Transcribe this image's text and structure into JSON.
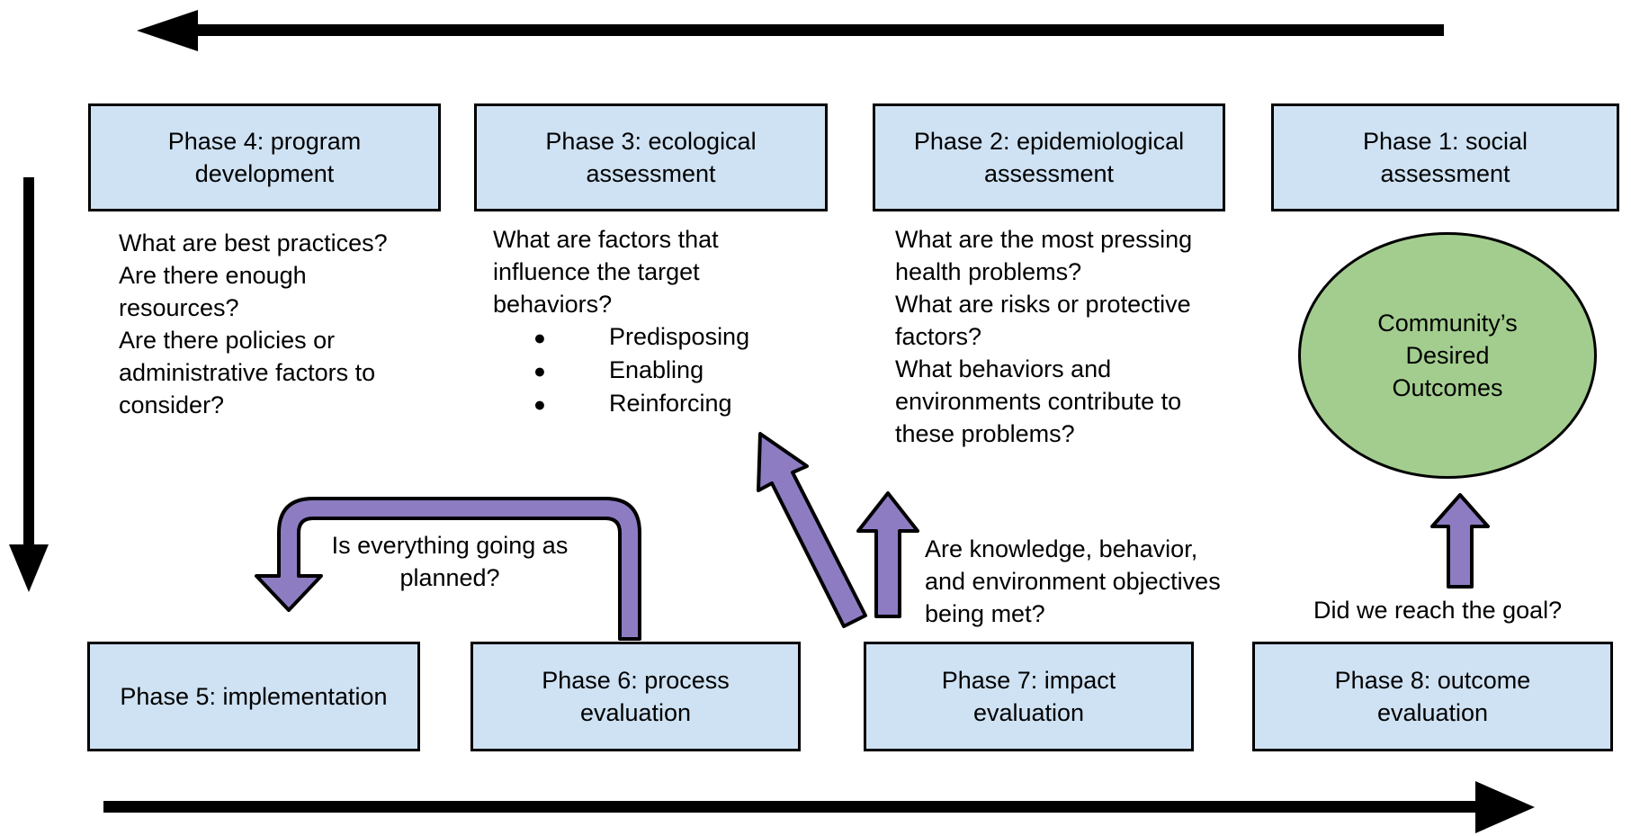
{
  "title": "PRECEDE-PROCEED planning model diagram",
  "colors": {
    "box_fill": "#cfe2f3",
    "box_border": "#000000",
    "ellipse_fill": "#a3cd8e",
    "arrow_purple": "#8e7cc3",
    "arrow_black": "#000000"
  },
  "top_row": {
    "phase4": {
      "title": "Phase 4: program development",
      "questions": [
        "What are best practices?",
        "Are there enough resources?",
        "Are there policies or administrative factors to consider?"
      ]
    },
    "phase3": {
      "title": "Phase 3: ecological assessment",
      "question": "What are factors that influence the target behaviors?",
      "bullets": [
        "Predisposing",
        "Enabling",
        "Reinforcing"
      ],
      "bullet_glyph": "●"
    },
    "phase2": {
      "title": "Phase 2: epidemiological assessment",
      "questions": [
        "What are the most pressing health problems?",
        "What are risks or protective factors?",
        "What behaviors and environments contribute to these problems?"
      ]
    },
    "phase1": {
      "title": "Phase 1: social assessment",
      "outcome": "Community’s Desired Outcomes"
    }
  },
  "bottom_row": {
    "phase5": {
      "title": "Phase 5: implementation"
    },
    "phase6": {
      "title": "Phase 6: process evaluation"
    },
    "phase7": {
      "title": "Phase 7: impact evaluation"
    },
    "phase8": {
      "title": "Phase 8: outcome evaluation"
    }
  },
  "arrow_labels": {
    "process": "Is everything going as planned?",
    "impact": "Are knowledge, behavior, and environment objectives being met?",
    "outcome": "Did we reach the goal?"
  }
}
